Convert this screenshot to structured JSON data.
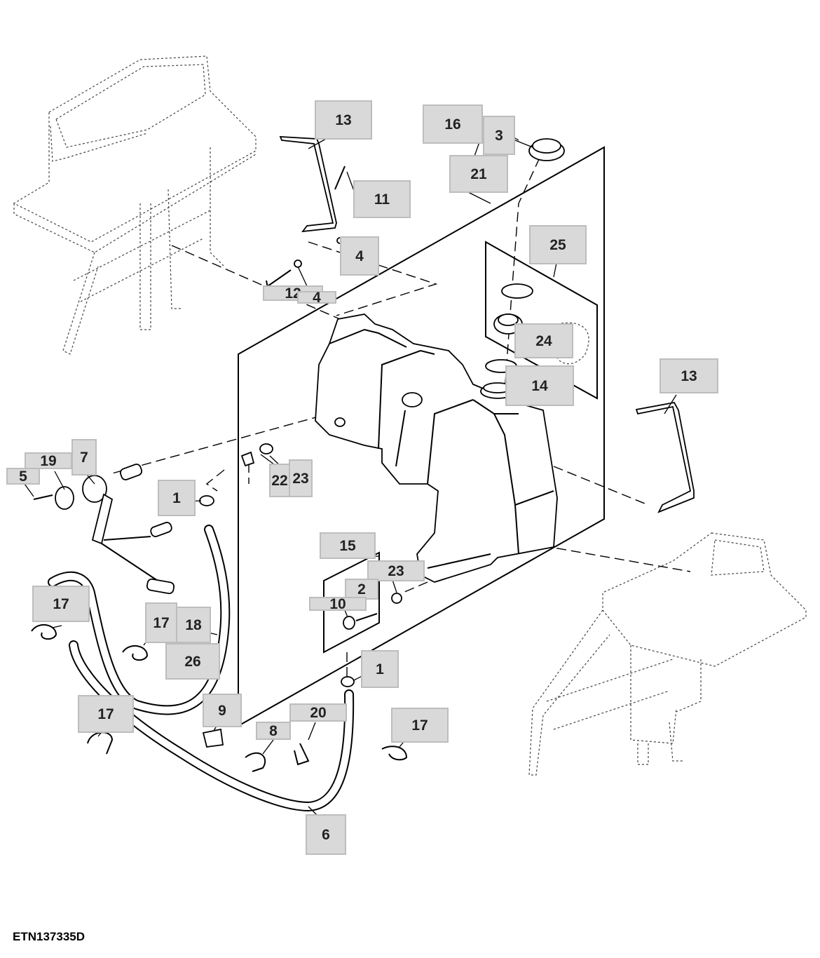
{
  "figure_id": "ETN137335D",
  "callouts": [
    "13",
    "16",
    "3",
    "21",
    "11",
    "4",
    "12",
    "4",
    "25",
    "24",
    "14",
    "13",
    "7",
    "19",
    "5",
    "22",
    "23",
    "1",
    "15",
    "23",
    "2",
    "10",
    "17",
    "17",
    "18",
    "26",
    "1",
    "9",
    "20",
    "8",
    "17",
    "17",
    "6"
  ],
  "colors": {
    "callout_fill": "#d9d9d9",
    "line": "#000000",
    "background": "#ffffff"
  }
}
